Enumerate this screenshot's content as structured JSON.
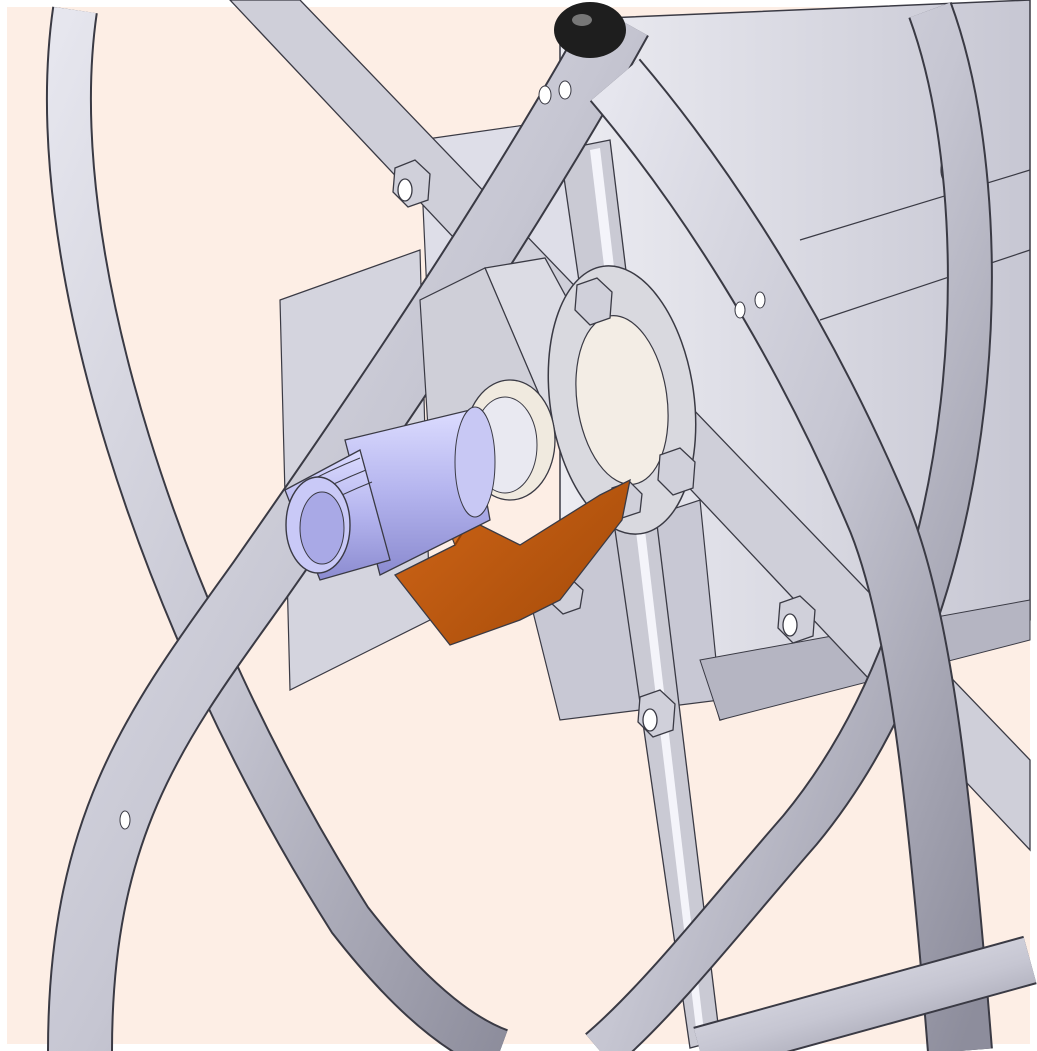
{
  "scene": {
    "kind": "cad-render",
    "parts": [
      {
        "id": "hose-reel-frame-tube",
        "icon": "tube-frame-icon"
      },
      {
        "id": "reel-drum",
        "icon": "drum-icon"
      },
      {
        "id": "mounting-plate",
        "icon": "plate-icon"
      },
      {
        "id": "flange",
        "icon": "flange-icon"
      },
      {
        "id": "hose-coupling",
        "icon": "coupling-icon"
      },
      {
        "id": "bracket",
        "icon": "bracket-icon"
      },
      {
        "id": "hex-bolts",
        "icon": "bolt-icon"
      },
      {
        "id": "knob",
        "icon": "knob-icon"
      }
    ],
    "colors": {
      "background": "#fdeee5",
      "frame": "#c9c9d3",
      "frame_shadow": "#8f8f9c",
      "drum": "#d8d8e0",
      "coupling": "#b9b9ef",
      "bracket": "#c0580c",
      "bracket_dark": "#8f3f06",
      "outline": "#3a3a44",
      "knob": "#222222"
    }
  }
}
